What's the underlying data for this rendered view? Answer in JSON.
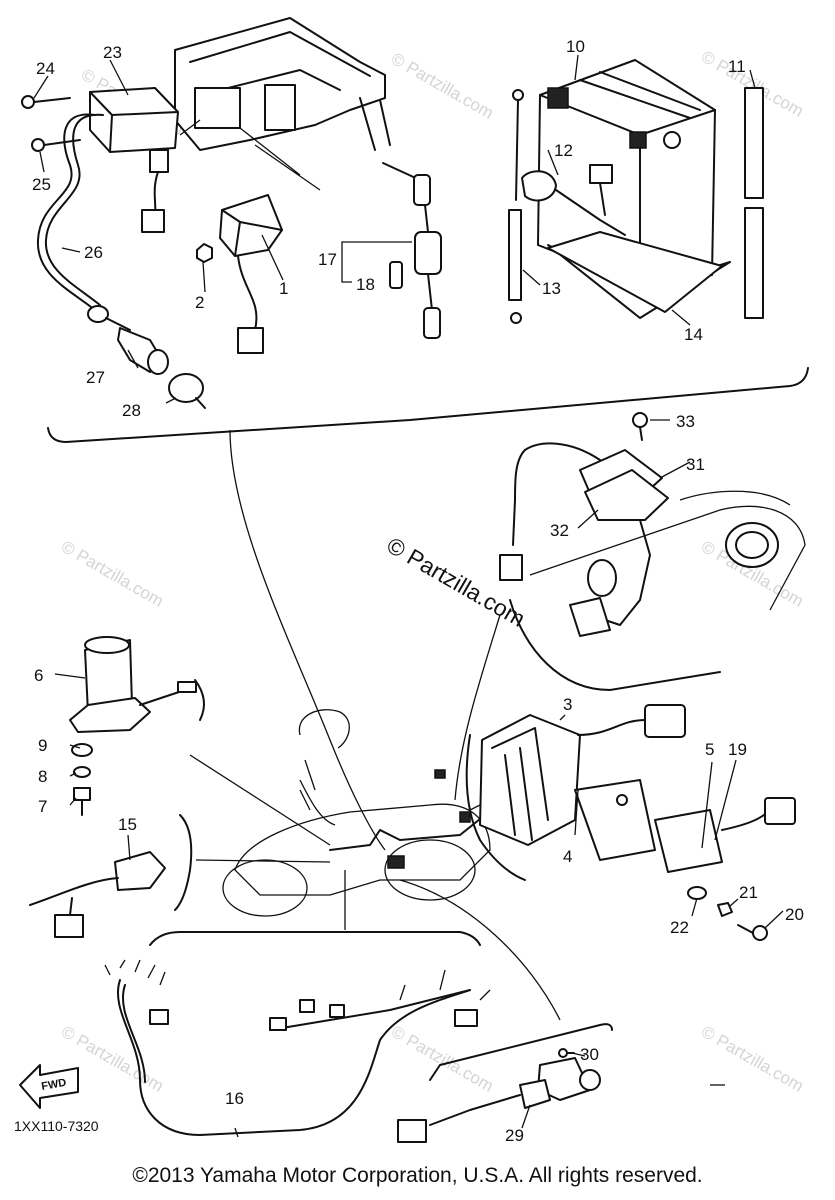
{
  "watermark_main": "© Partzilla.com",
  "watermark": "© Partzilla.com",
  "diagram_code": "1XX110-7320",
  "fwd_label": "FWD",
  "copyright": "©2013 Yamaha Motor Corporation, U.S.A. All rights reserved.",
  "callouts": {
    "c1": "1",
    "c2": "2",
    "c3": "3",
    "c4": "4",
    "c5": "5",
    "c6": "6",
    "c7": "7",
    "c8": "8",
    "c9": "9",
    "c10": "10",
    "c11": "11",
    "c12": "12",
    "c13": "13",
    "c14": "14",
    "c15": "15",
    "c16": "16",
    "c17": "17",
    "c18": "18",
    "c19": "19",
    "c20": "20",
    "c21": "21",
    "c22": "22",
    "c23": "23",
    "c24": "24",
    "c25": "25",
    "c26": "26",
    "c27": "27",
    "c28": "28",
    "c29": "29",
    "c30": "30",
    "c31": "31",
    "c32": "32",
    "c33": "33"
  }
}
